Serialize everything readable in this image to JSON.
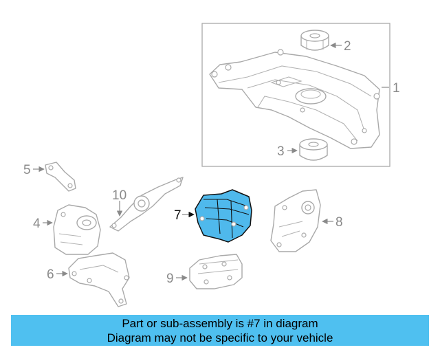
{
  "callouts": {
    "c1": "1",
    "c2": "2",
    "c3": "3",
    "c4": "4",
    "c5": "5",
    "c6": "6",
    "c7": "7",
    "c8": "8",
    "c9": "9",
    "c10": "10"
  },
  "highlighted_part": "7",
  "highlight_color": "#4fc0f0",
  "banner": {
    "line1": "Part or sub-assembly is #7 in diagram",
    "line2": "Diagram may not be specific to your vehicle"
  }
}
